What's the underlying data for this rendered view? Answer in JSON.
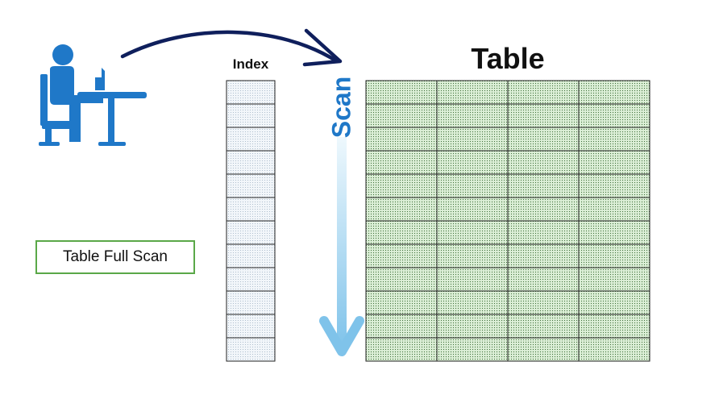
{
  "labels": {
    "index": "Index",
    "table": "Table",
    "scan": "Scan",
    "caption": "Table Full Scan"
  },
  "icons": {
    "user": "person-at-desk-icon",
    "curve": "curved-arrow-icon",
    "scan": "down-arrow-icon"
  },
  "colors": {
    "user_icon": "#1f78c8",
    "curve_arrow": "#0f1f5c",
    "scan_arrow_top": "#e6f4fc",
    "scan_arrow_bottom": "#7fc3ea",
    "index_fill": "#eef3f8",
    "table_fill": "#d6ecd1",
    "caption_border": "#5aa848"
  },
  "index": {
    "rows": 12
  },
  "table": {
    "rows": 12,
    "cols": 4
  }
}
